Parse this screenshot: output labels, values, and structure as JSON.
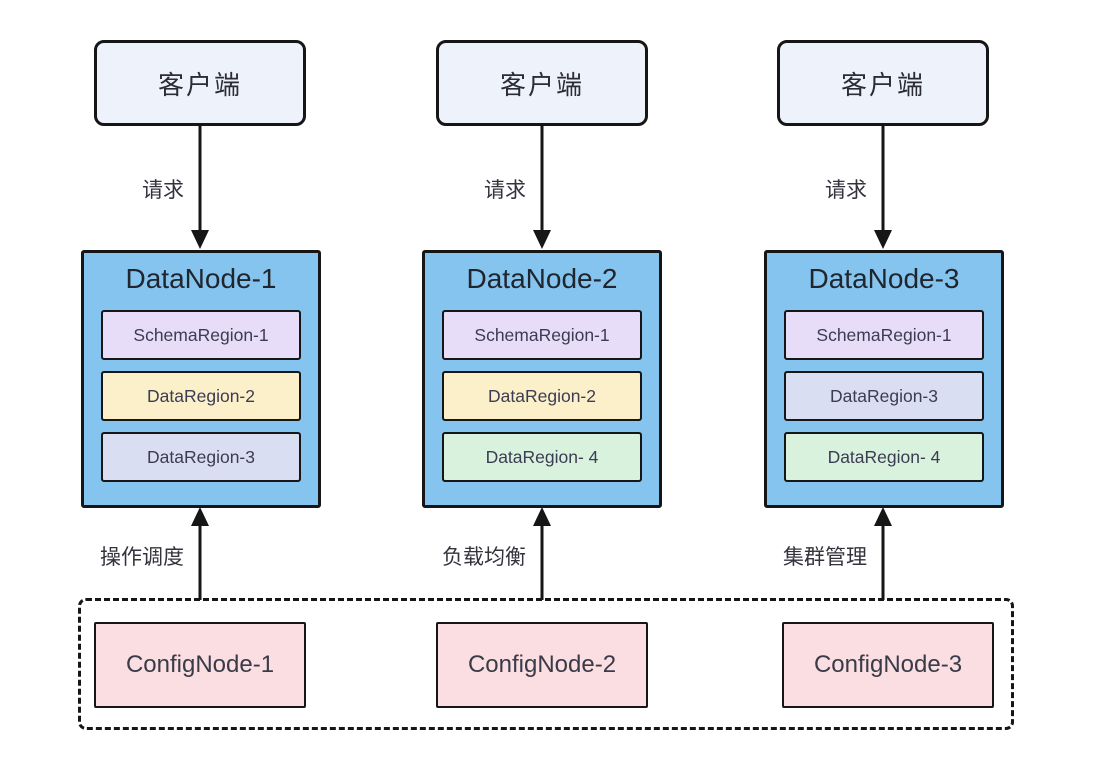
{
  "colors": {
    "canvas_bg": "#ffffff",
    "client_fill": "#eef2fb",
    "datanode_fill": "#85c4ee",
    "schema_region_fill": "#e8ddf8",
    "data_region_2_fill": "#fbf0ca",
    "data_region_3_fill": "#d9def3",
    "data_region_4_fill": "#d9f2de",
    "confignode_fill": "#fbdee1",
    "line_color": "#161616"
  },
  "columns": [
    {
      "client_label": "客户端",
      "request_label": "请求",
      "datanode_label": "DataNode-1",
      "regions": [
        {
          "label": "SchemaRegion-1",
          "color": "#e8ddf8"
        },
        {
          "label": "DataRegion-2",
          "color": "#fbf0ca"
        },
        {
          "label": "DataRegion-3",
          "color": "#d9def3"
        }
      ],
      "config_arrow_label": "操作调度",
      "confignode_label": "ConfigNode-1"
    },
    {
      "client_label": "客户端",
      "request_label": "请求",
      "datanode_label": "DataNode-2",
      "regions": [
        {
          "label": "SchemaRegion-1",
          "color": "#e8ddf8"
        },
        {
          "label": "DataRegion-2",
          "color": "#fbf0ca"
        },
        {
          "label": "DataRegion- 4",
          "color": "#d9f2de"
        }
      ],
      "config_arrow_label": "负载均衡",
      "confignode_label": "ConfigNode-2"
    },
    {
      "client_label": "客户端",
      "request_label": "请求",
      "datanode_label": "DataNode-3",
      "regions": [
        {
          "label": "SchemaRegion-1",
          "color": "#e8ddf8"
        },
        {
          "label": "DataRegion-3",
          "color": "#d9def3"
        },
        {
          "label": "DataRegion- 4",
          "color": "#d9f2de"
        }
      ],
      "config_arrow_label": "集群管理",
      "confignode_label": "ConfigNode-3"
    }
  ]
}
